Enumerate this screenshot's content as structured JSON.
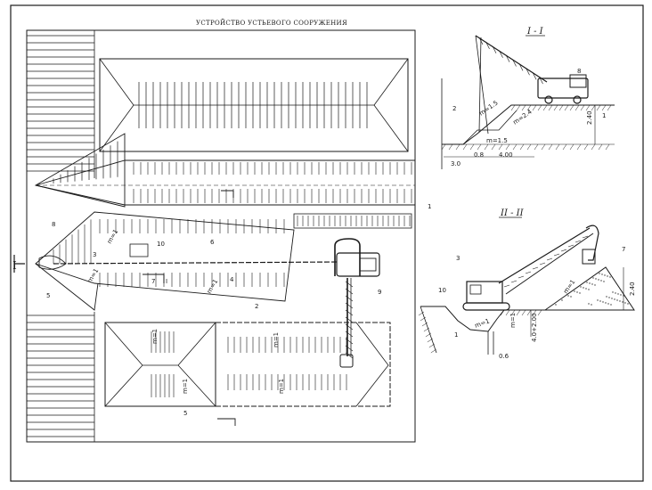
{
  "drawing": {
    "title": "УСТРОЙСТВО УСТЬЕВОГО СООРУЖЕНИЯ",
    "section_1": "I - I",
    "section_2": "II - II",
    "section_mark": "I",
    "side_section_mark": "I"
  },
  "callouts": {
    "plan": [
      "8",
      "10",
      "5",
      "4",
      "7",
      "6",
      "3",
      "2",
      "9",
      "1",
      "5"
    ],
    "section_1": [
      "8",
      "2",
      "1"
    ],
    "section_2": [
      "3",
      "10",
      "7",
      "1"
    ]
  },
  "slopes": {
    "plan": [
      "m=1",
      "m=1",
      "m=1",
      "m=1",
      "m=1",
      "m=1",
      "m=1"
    ],
    "section_1": [
      "m=1.5",
      "m=2.4",
      "m=1.5"
    ],
    "section_2": [
      "m=1",
      "m=1",
      "m=1"
    ]
  },
  "dimensions": {
    "section_1": [
      "3.0",
      "0.8",
      "4.00",
      "2.40"
    ],
    "section_2": [
      "0.6",
      "4.0+2.00",
      "2.40"
    ]
  }
}
